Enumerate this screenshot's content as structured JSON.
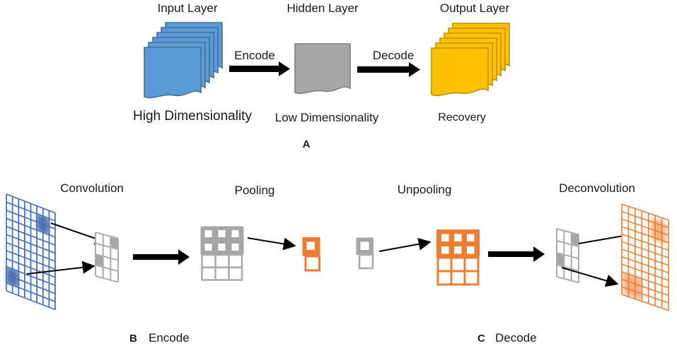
{
  "figure": {
    "panel_a": {
      "label": "A",
      "input": {
        "title": "Input Layer",
        "caption": "High Dimensionality"
      },
      "hidden": {
        "title": "Hidden Layer",
        "caption": "Low Dimensionality"
      },
      "output": {
        "title": "Output Layer",
        "caption": "Recovery"
      },
      "encode_label": "Encode",
      "decode_label": "Decode"
    },
    "panel_b": {
      "label": "B",
      "caption": "Encode",
      "steps": {
        "convolution": "Convolution",
        "pooling": "Pooling"
      }
    },
    "panel_c": {
      "label": "C",
      "caption": "Decode",
      "steps": {
        "unpooling": "Unpooling",
        "deconvolution": "Deconvolution"
      }
    }
  },
  "icons": {
    "document_stack": "document-stack-icon",
    "arrow_right": "arrow-right-icon",
    "grid": "feature-map-grid-icon"
  },
  "colors": {
    "input_blue": "#5B9BD5",
    "input_blue_border": "#41719C",
    "hidden_gray": "#A6A6A6",
    "hidden_gray_border": "#7F7F7F",
    "output_yellow": "#FFC000",
    "output_yellow_border": "#BF9000",
    "grid_blue": "#4472C4",
    "patch_blue": "#2F5597",
    "grid_orange": "#ED7D31",
    "grid_gray": "#ABABAB",
    "cell_gray": "#A6A6A6",
    "arrow_black": "#000000",
    "text_black": "#1A1A1A"
  }
}
